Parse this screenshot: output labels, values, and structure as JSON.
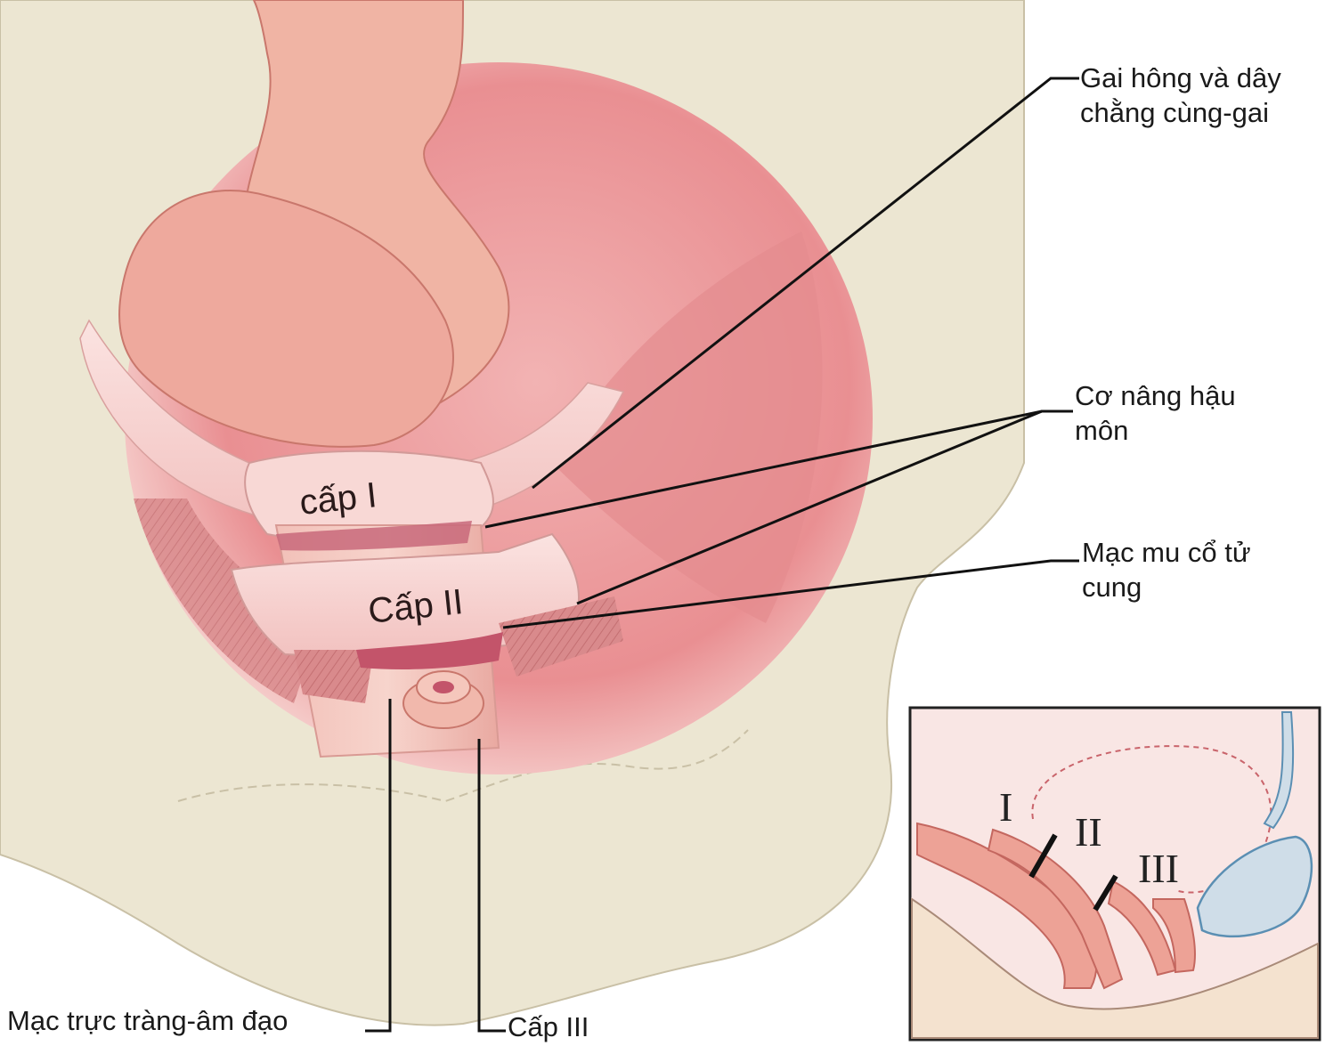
{
  "labels": {
    "ischial_spine": [
      "Gai hông và dây",
      "chằng cùng-gai"
    ],
    "levator_ani": [
      "Cơ nâng hậu",
      "môn"
    ],
    "pubocervical_fascia": [
      "Mạc mu cổ tử",
      "cung"
    ],
    "rectovaginal_fascia": "Mạc trực tràng-âm đạo",
    "level_3": "Cấp III",
    "level_1": "cấp I",
    "level_2": "Cấp II"
  },
  "inset": {
    "levels": [
      "I",
      "II",
      "III"
    ]
  },
  "colors": {
    "bone": "#ece6d2",
    "muscle": "#e9a3a3",
    "tissue_light": "#f6d2cf",
    "bladder": "#cfdde8",
    "bladder_outline": "#5b8fb3",
    "leader": "#111111"
  }
}
